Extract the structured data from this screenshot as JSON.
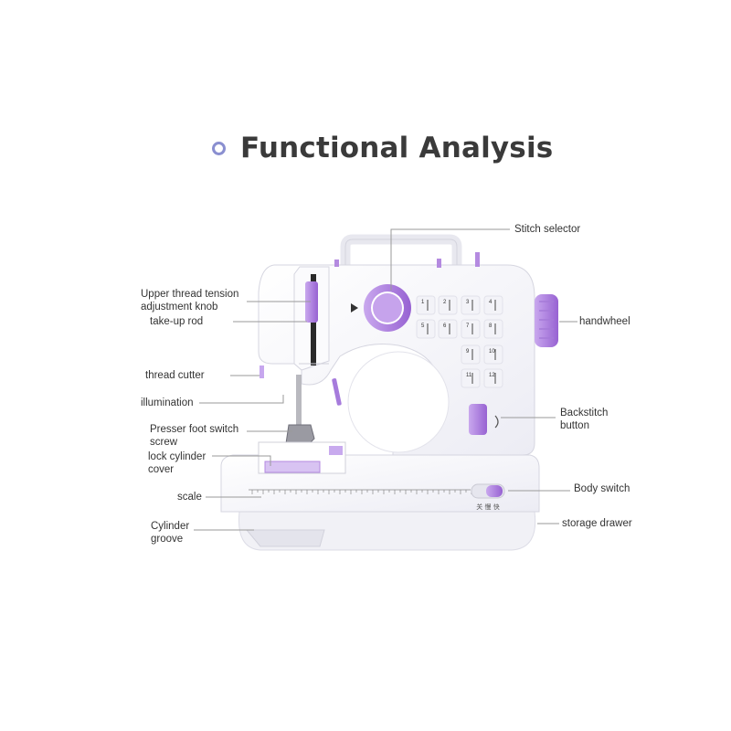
{
  "title": "Functional Analysis",
  "labels": {
    "stitch_selector": "Stitch selector",
    "upper_tension_1": "Upper thread tension",
    "upper_tension_2": "adjustment knob",
    "take_up_rod": "take-up rod",
    "thread_cutter": "thread cutter",
    "illumination": "illumination",
    "presser_1": "Presser foot switch",
    "presser_2": "screw",
    "lock_1": "lock cylinder",
    "lock_2": "cover",
    "scale": "scale",
    "cylinder_1": "Cylinder",
    "cylinder_2": "groove",
    "handwheel": "handwheel",
    "backstitch_1": "Backstitch",
    "backstitch_2": "button",
    "body_switch": "Body switch",
    "storage_drawer": "storage drawer"
  },
  "stitch_numbers": [
    "1",
    "2",
    "3",
    "4",
    "5",
    "6",
    "7",
    "8",
    "9",
    "10",
    "11",
    "12"
  ],
  "switch_text": "关 慢 快",
  "colors": {
    "accent": "#b48ae0",
    "accent_dark": "#8e5cc8",
    "body": "#f7f7fb",
    "outline": "#d8d8e2",
    "title": "#3a3a3a",
    "ring": "#8a8fd0"
  }
}
